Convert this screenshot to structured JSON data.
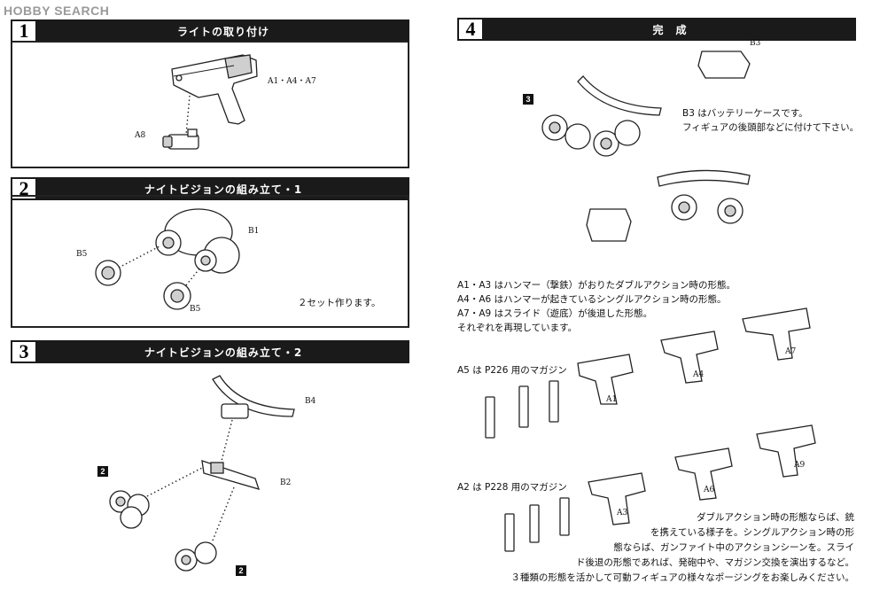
{
  "watermark": "HOBBY SEARCH",
  "sections": [
    {
      "number": "1",
      "title": "ライトの取り付け"
    },
    {
      "number": "2",
      "title": "ナイトビジョンの組み立て・1"
    },
    {
      "number": "3",
      "title": "ナイトビジョンの組み立て・2"
    },
    {
      "number": "4",
      "title": "完　成"
    }
  ],
  "step1": {
    "part_gun": "A1・A4・A7",
    "part_light": "A8"
  },
  "step2": {
    "part_body": "B1",
    "part_lens_a": "B5",
    "part_lens_b": "B5",
    "note": "２セット作ります。"
  },
  "step3": {
    "part_mount": "B4",
    "part_arm": "B2",
    "ref_a": "2",
    "ref_b": "2"
  },
  "step4": {
    "part_battery": "B3",
    "ref": "3",
    "battery_note": [
      "B3 はバッテリーケースです。",
      "フィギュアの後頭部などに付けて下さい。"
    ],
    "action_notes": [
      "A1・A3 はハンマー（撃鉄）がおりたダブルアクション時の形態。",
      "A4・A6 はハンマーが起きているシングルアクション時の形態。",
      "A7・A9 はスライド（遊底）が後退した形態。",
      "それぞれを再現しています。"
    ],
    "mag_a5": "A5 は P226 用のマガジン",
    "mag_a2": "A2 は P228 用のマガジン",
    "guns": {
      "a1": "A1",
      "a4": "A4",
      "a7": "A7",
      "a3": "A3",
      "a6": "A6",
      "a9": "A9"
    },
    "closing": [
      "ダブルアクション時の形態ならば、銃",
      "を携えている様子を。シングルアクション時の形",
      "態ならば、ガンファイト中のアクションシーンを。スライ",
      "ド後退の形態であれば、発砲中や、マガジン交換を演出するなど。",
      "３種類の形態を活かして可動フィギュアの様々なポージングをお楽しみください。"
    ]
  }
}
